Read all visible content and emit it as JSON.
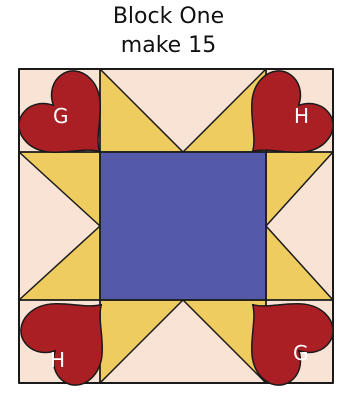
{
  "title": "Block One",
  "subtitle": "make 15",
  "heart_labels": {
    "top_left": "G",
    "top_right": "H",
    "bottom_left": "H",
    "bottom_right": "G"
  },
  "colors": {
    "background": "#f9e3d5",
    "star_points": "#efcc5f",
    "center": "#545aa8",
    "hearts": "#aa1f24",
    "outline": "#1a1a1a",
    "label_text": "#ffffff"
  }
}
